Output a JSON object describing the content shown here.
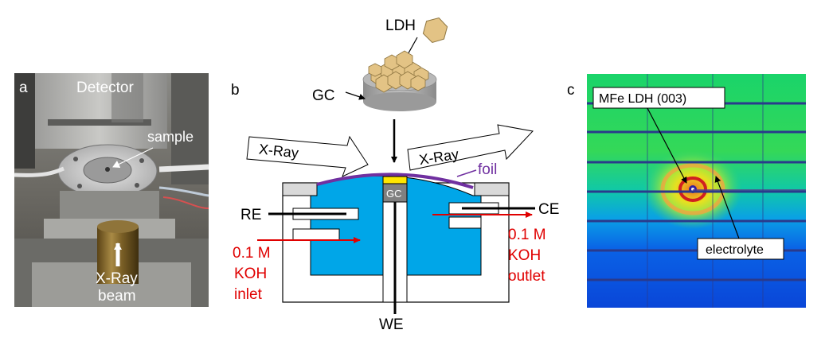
{
  "panel_a": {
    "letter": "a",
    "detector_label": "Detector",
    "sample_label": "sample",
    "beam_label_line1": "X-Ray",
    "beam_label_line2": "beam"
  },
  "panel_b": {
    "letter": "b",
    "ldh_label": "LDH",
    "gc_label": "GC",
    "xray_in_label": "X-Ray",
    "xray_out_label": "X-Ray",
    "foil_label": "foil",
    "gc_electrode_label": "GC",
    "re_label": "RE",
    "ce_label": "CE",
    "we_label": "WE",
    "inlet_line1": "0.1 M",
    "inlet_line2": "KOH",
    "inlet_line3": "inlet",
    "outlet_line1": "0.1 M",
    "outlet_line2": "KOH",
    "outlet_line3": "outlet"
  },
  "panel_c": {
    "letter": "c",
    "peak_label": "MFe LDH (003)",
    "electrolyte_label": "electrolyte"
  },
  "colors": {
    "electrolyte_blue": "#00a6e8",
    "foil_purple": "#7030a0",
    "flow_red": "#e00000",
    "gold": "#e3c385"
  }
}
